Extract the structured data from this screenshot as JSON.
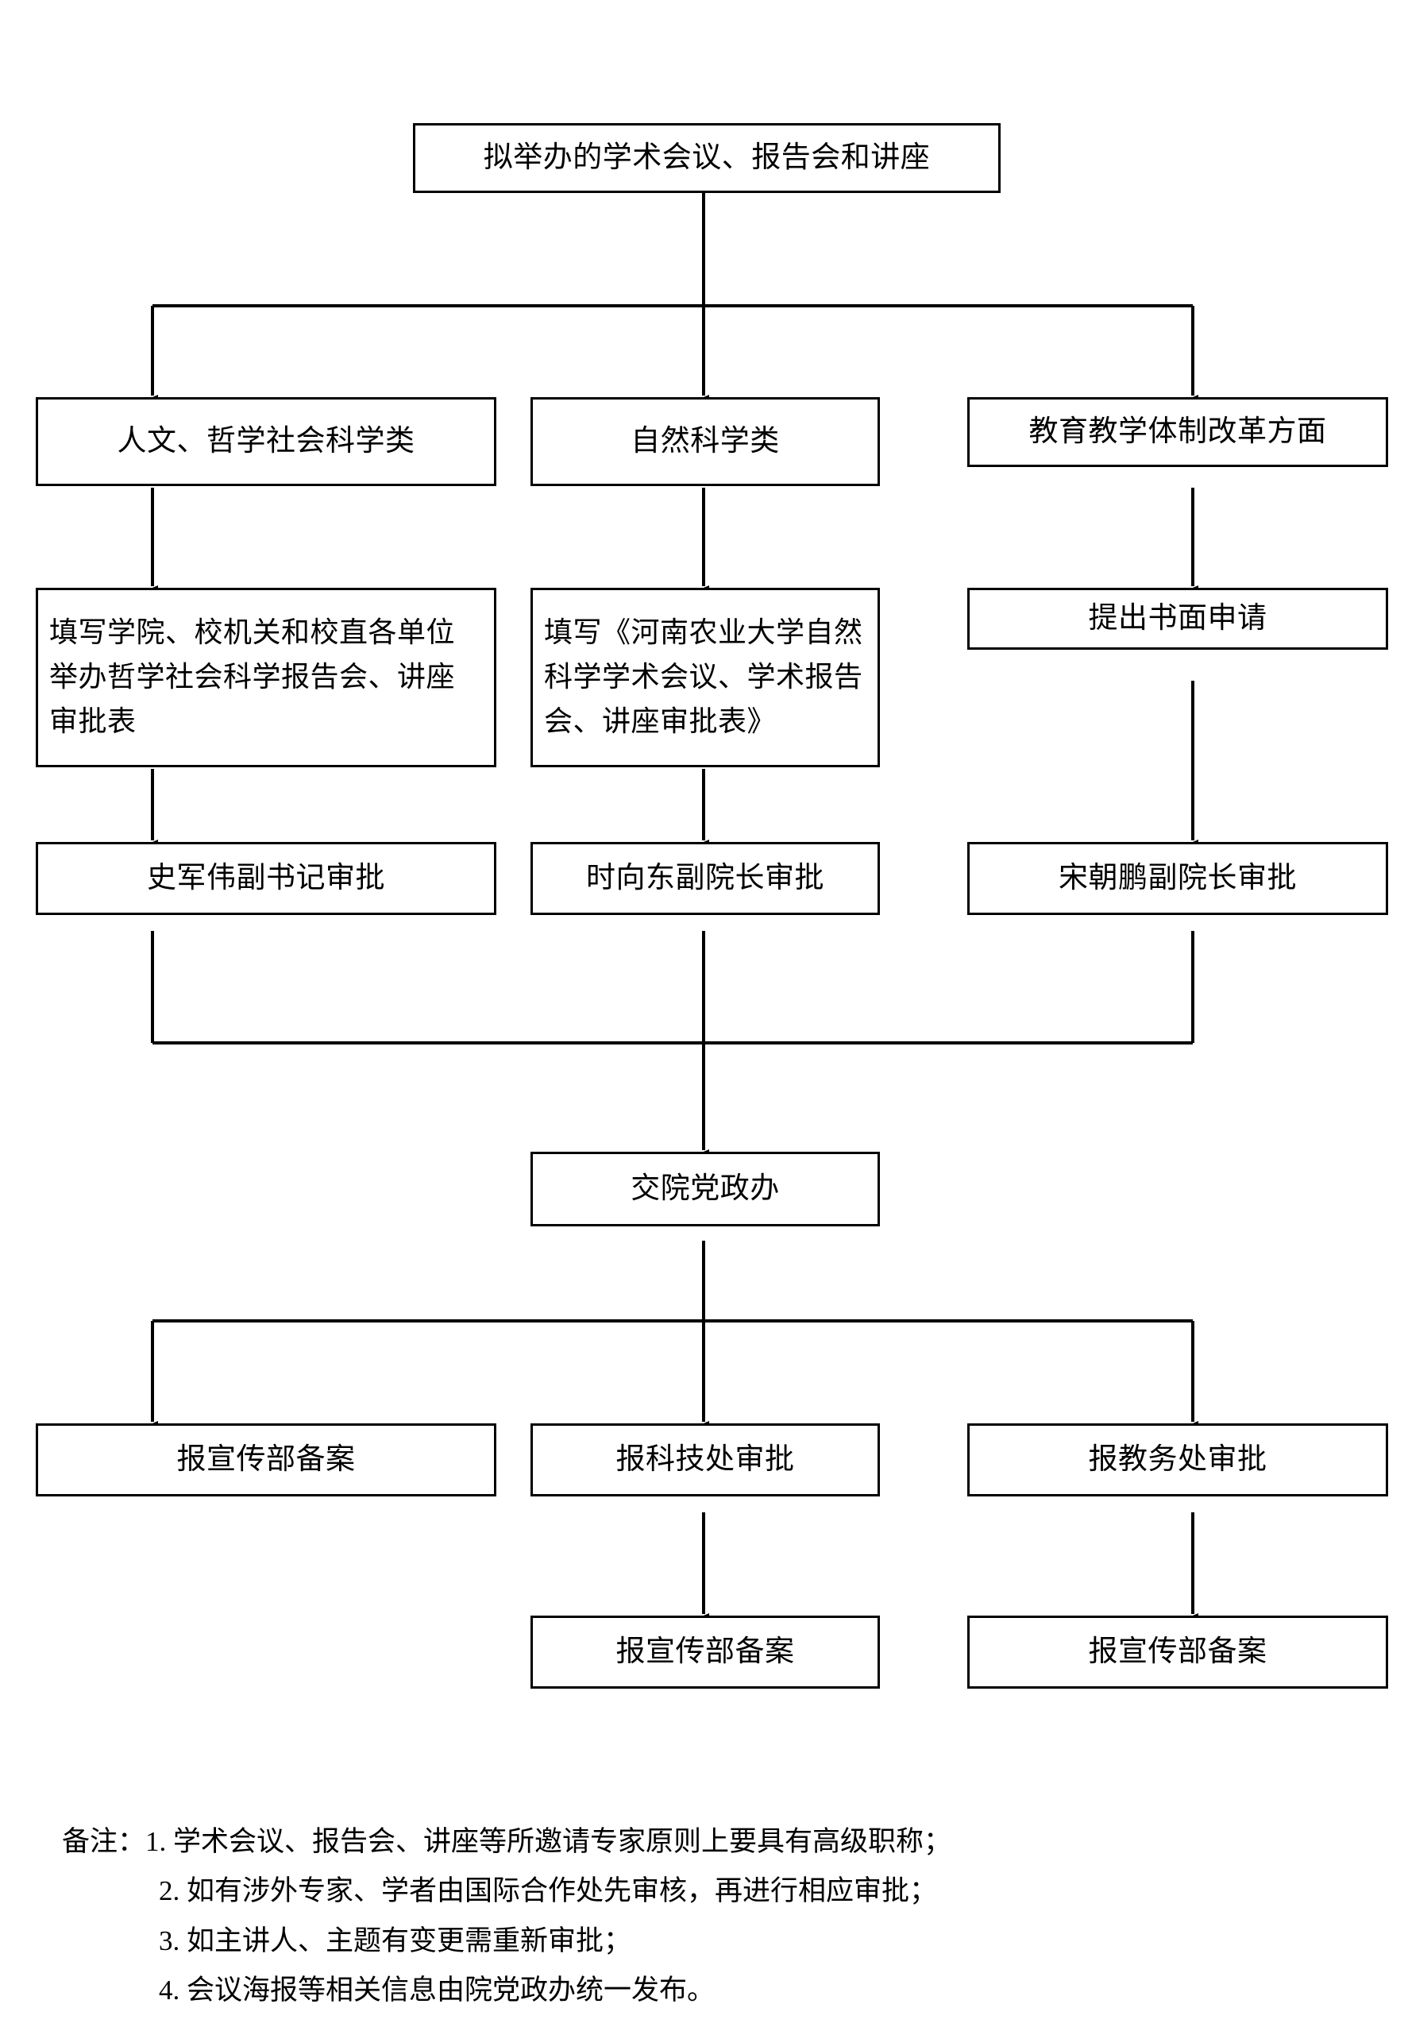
{
  "document": {
    "title": "学术会议、报告会和讲座审批流程图",
    "background_color": "#ffffff",
    "line_color": "#000000"
  },
  "flowchart": {
    "type": "flowchart",
    "orientation": "top-down",
    "nodes": {
      "start": "拟举办的学术会议、报告会和讲座",
      "branch_humanities": "人文、哲学社会科学类",
      "branch_natural": "自然科学类",
      "branch_education": "教育教学体制改革方面",
      "form_humanities": "填写学院、校机关和校直各单位举办哲学社会科学报告会、讲座审批表",
      "form_natural": "填写《河南农业大学自然科学学术会议、学术报告会、讲座审批表》",
      "form_education": "提出书面申请",
      "approve_humanities": "史军伟副书记审批",
      "approve_natural": "时向东副院长审批",
      "approve_education": "宋朝鹏副院长审批",
      "office": "交院党政办",
      "file_propaganda": "报宣传部备案",
      "file_science": "报科技处审批",
      "file_academic": "报教务处审批",
      "file_propaganda_2": "报宣传部备案",
      "file_propaganda_3": "报宣传部备案"
    },
    "edges": [
      {
        "from": "start",
        "to": "branch_humanities"
      },
      {
        "from": "start",
        "to": "branch_natural"
      },
      {
        "from": "start",
        "to": "branch_education"
      },
      {
        "from": "branch_humanities",
        "to": "form_humanities"
      },
      {
        "from": "branch_natural",
        "to": "form_natural"
      },
      {
        "from": "branch_education",
        "to": "form_education"
      },
      {
        "from": "form_humanities",
        "to": "approve_humanities"
      },
      {
        "from": "form_natural",
        "to": "approve_natural"
      },
      {
        "from": "form_education",
        "to": "approve_education"
      },
      {
        "from": "approve_humanities",
        "to": "office"
      },
      {
        "from": "approve_natural",
        "to": "office"
      },
      {
        "from": "approve_education",
        "to": "office"
      },
      {
        "from": "office",
        "to": "file_propaganda"
      },
      {
        "from": "office",
        "to": "file_science"
      },
      {
        "from": "office",
        "to": "file_academic"
      },
      {
        "from": "file_science",
        "to": "file_propaganda_2"
      },
      {
        "from": "file_academic",
        "to": "file_propaganda_3"
      }
    ]
  },
  "notes": {
    "label": "备注：",
    "items": [
      "1. 学术会议、报告会、讲座等所邀请专家原则上要具有高级职称；",
      "2. 如有涉外专家、学者由国际合作处先审核，再进行相应审批；",
      "3. 如主讲人、主题有变更需重新审批；",
      "4. 会议海报等相关信息由院党政办统一发布。"
    ],
    "line_1": "备注：1. 学术会议、报告会、讲座等所邀请专家原则上要具有高级职称；",
    "line_2": "2. 如有涉外专家、学者由国际合作处先审核，再进行相应审批；",
    "line_3": "3. 如主讲人、主题有变更需重新审批；",
    "line_4": "4. 会议海报等相关信息由院党政办统一发布。"
  }
}
